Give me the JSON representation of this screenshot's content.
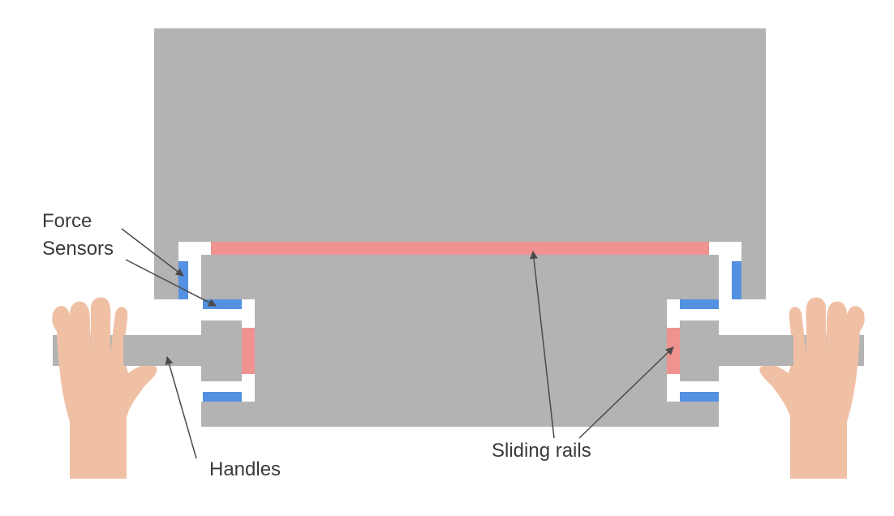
{
  "labels": {
    "force_sensors_line1": "Force",
    "force_sensors_line2": "Sensors",
    "sliding_rails": "Sliding rails",
    "handles": "Handles"
  },
  "colors": {
    "body": "#b3b3b3",
    "gap": "#ffffff",
    "rail": "#f0928f",
    "sensor": "#5591e1",
    "skin": "#f0c0a5",
    "arrow": "#4a4a4a",
    "text": "#3a3a3a"
  }
}
